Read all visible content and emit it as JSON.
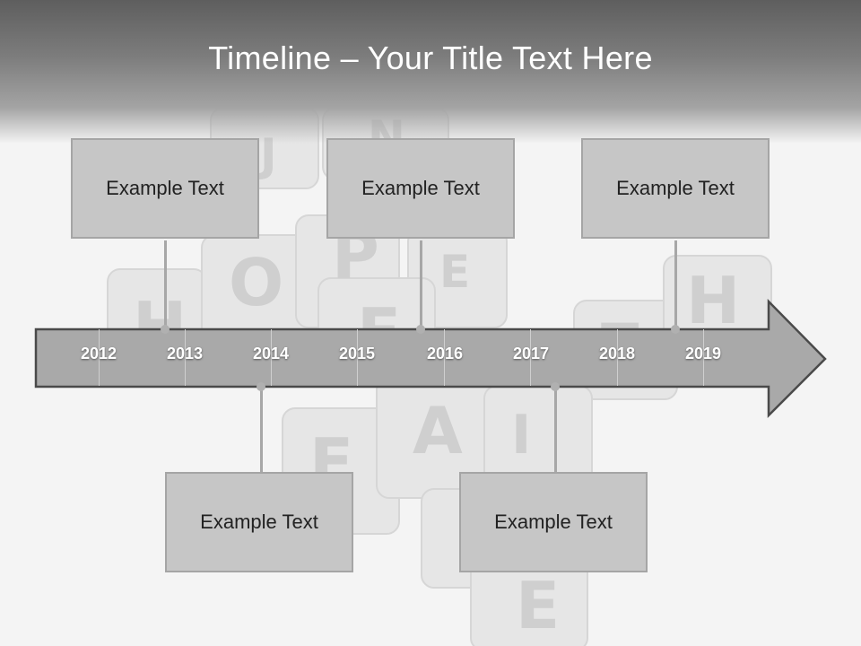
{
  "title": "Timeline – Your Title Text Here",
  "timeline": {
    "years": [
      "2012",
      "2013",
      "2014",
      "2015",
      "2016",
      "2017",
      "2018",
      "2019"
    ]
  },
  "callouts": {
    "top": [
      "Example Text",
      "Example Text",
      "Example Text"
    ],
    "bottom": [
      "Example Text",
      "Example Text"
    ]
  },
  "colors": {
    "header": "#6b6b6b",
    "arrow_fill": "#a9a9a9",
    "arrow_stroke": "#4a4a4a",
    "callout_fill": "#c6c6c6",
    "callout_border": "#a5a5a5"
  }
}
